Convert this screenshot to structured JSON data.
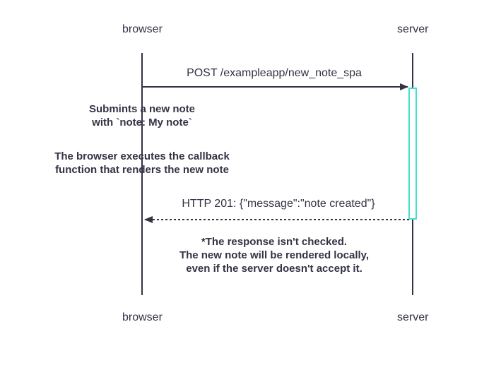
{
  "participants": {
    "browser": "browser",
    "server": "server"
  },
  "messages": {
    "post_request": "POST /exampleapp/new_note_spa",
    "response": "HTTP 201: {\"message\":\"note created\"}"
  },
  "notes": {
    "submit": [
      "Submints a new note",
      "with `note: My note`"
    ],
    "callback": [
      "The browser executes the callback",
      "function that renders the new note"
    ],
    "unchecked": [
      "*The response isn't checked.",
      "The new note will be rendered locally,",
      "even if the server doesn't accept it."
    ]
  },
  "colors": {
    "line": "#333344",
    "activation": "#40e0d0",
    "text": "#333344"
  }
}
